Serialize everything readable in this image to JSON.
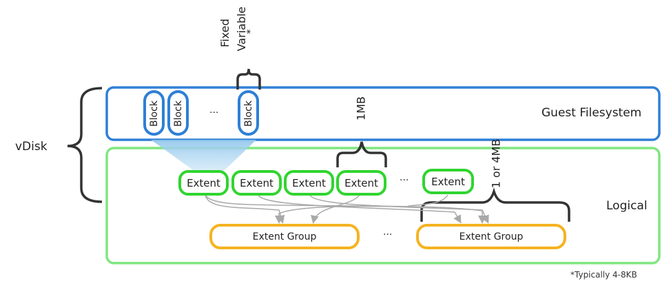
{
  "guest_filesystem": {
    "label": "Guest Filesystem",
    "blocks": [
      "Block",
      "Block",
      "Block"
    ],
    "ellipsis": "..."
  },
  "logical": {
    "label": "Logical",
    "extents": [
      "Extent",
      "Extent",
      "Extent",
      "Extent",
      "Extent"
    ],
    "extent_ellipsis": "...",
    "extent_groups": [
      "Extent Group",
      "Extent Group"
    ],
    "group_ellipsis": "..."
  },
  "vdisk_label": "vDisk",
  "block_size_annotation": [
    "Fixed",
    "Variable",
    "*"
  ],
  "extent_size_annotation": "1MB",
  "extent_group_size_annotation": "1 or 4MB",
  "footnote": "*Typically 4-8KB",
  "colors": {
    "guest_border": "#2e7fd6",
    "logical_border": "#7fe67f",
    "extent_border": "#2fd52f",
    "group_border": "#f5b321",
    "arrow": "#a9a9a9",
    "brace": "#333333"
  }
}
